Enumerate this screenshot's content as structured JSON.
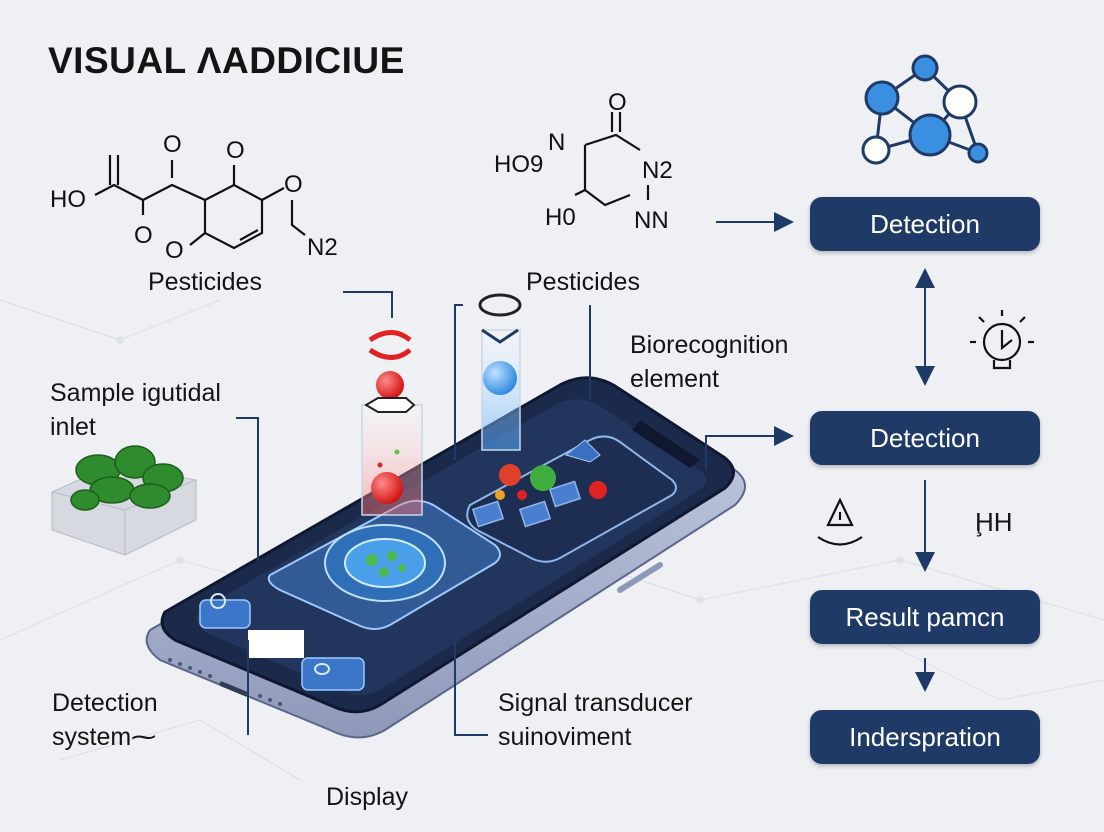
{
  "title": "VISUAL ΛADDICIUE",
  "molecules": {
    "left": {
      "ho": "HO",
      "o1": "O",
      "o2": "O",
      "o3": "O",
      "o4": "O",
      "o5": "O",
      "n2": "N2"
    },
    "center": {
      "o": "O",
      "n": "N",
      "ho9": "HO9",
      "n2": "N2",
      "h0": "H0",
      "nn": "NN"
    }
  },
  "labels": {
    "pesticides_left": "Pesticides",
    "pesticides_center": "Pesticides",
    "biorecognition_line1": "Biorecognition",
    "biorecognition_line2": "element",
    "sample_line1": "Sample igutidal",
    "sample_line2": "inlet",
    "detection_system_line1": "Detection",
    "detection_system_line2": "system⁓",
    "signal_line1": "Signal transducer",
    "signal_line2": "suinoviment",
    "display": "Display",
    "hh_symbol": "ḨH"
  },
  "flow": [
    {
      "label": "Detection"
    },
    {
      "label": "Detection"
    },
    {
      "label": "Result pamcn"
    },
    {
      "label": "Inderspration"
    }
  ],
  "colors": {
    "box": "#1f3a66",
    "phone": "#1b2a4a",
    "accent_blue": "#3b8fe0",
    "accent_red": "#e02222",
    "leaf_green": "#2e8b2e"
  },
  "icons": [
    "network-icon",
    "lightbulb-icon",
    "warning-icon",
    "leaf-tray-icon",
    "phone-icon"
  ]
}
